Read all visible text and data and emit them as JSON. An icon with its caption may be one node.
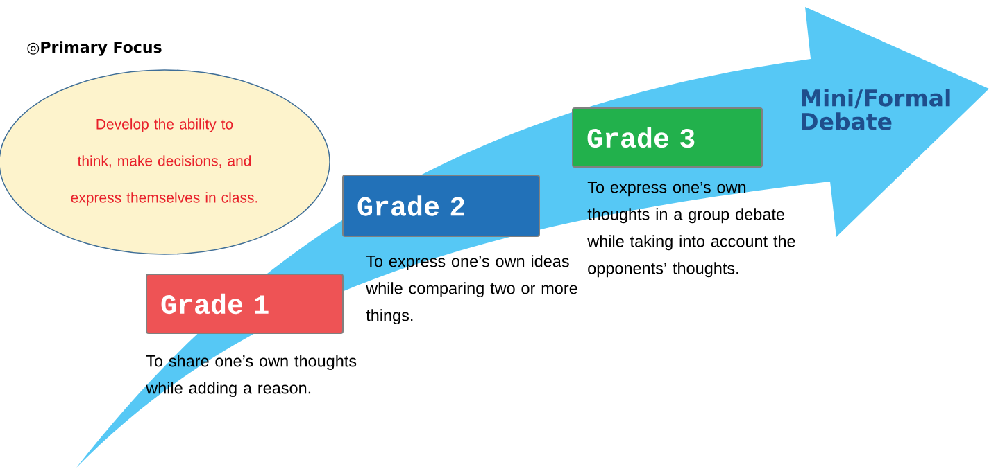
{
  "diagram": {
    "nodes": [
      {
        "text": [
          "◎Primary Focus",
          "Develop the ability to think, make decisions, and express themselves in class."
        ]
      },
      {
        "text": [
          "Grade 1"
        ],
        "beside": [
          "To share one’s own thoughts while adding a reason."
        ]
      },
      {
        "text": [
          "Grade 2"
        ],
        "beside": [
          "To express one’s own ideas while comparing two or more things."
        ]
      },
      {
        "text": [
          "Grade 3"
        ],
        "beside": [
          "To express one’s own thoughts in a group debate while taking into account the opponents’ thoughts."
        ]
      }
    ],
    "labels": [
      "Mini/Formal Debate"
    ]
  }
}
